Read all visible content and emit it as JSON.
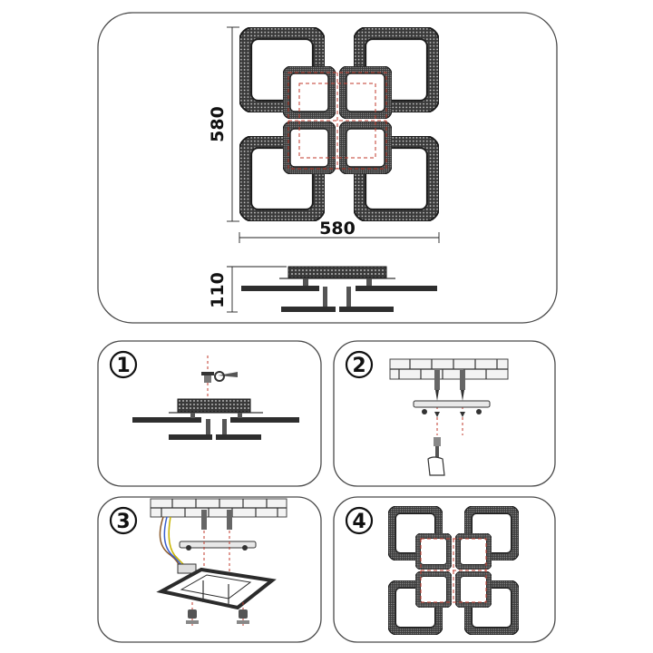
{
  "dimensions": {
    "height_top": "580",
    "width_top": "580",
    "height_side": "110"
  },
  "steps": [
    {
      "number": "1"
    },
    {
      "number": "2"
    },
    {
      "number": "3"
    },
    {
      "number": "4"
    }
  ],
  "colors": {
    "frame": "#2b2b2b",
    "dashed_guides": "#c0392b",
    "wire_brown": "#8b5a2b",
    "wire_blue": "#3a5fcd",
    "wire_yellow_green": "#c8b400"
  }
}
